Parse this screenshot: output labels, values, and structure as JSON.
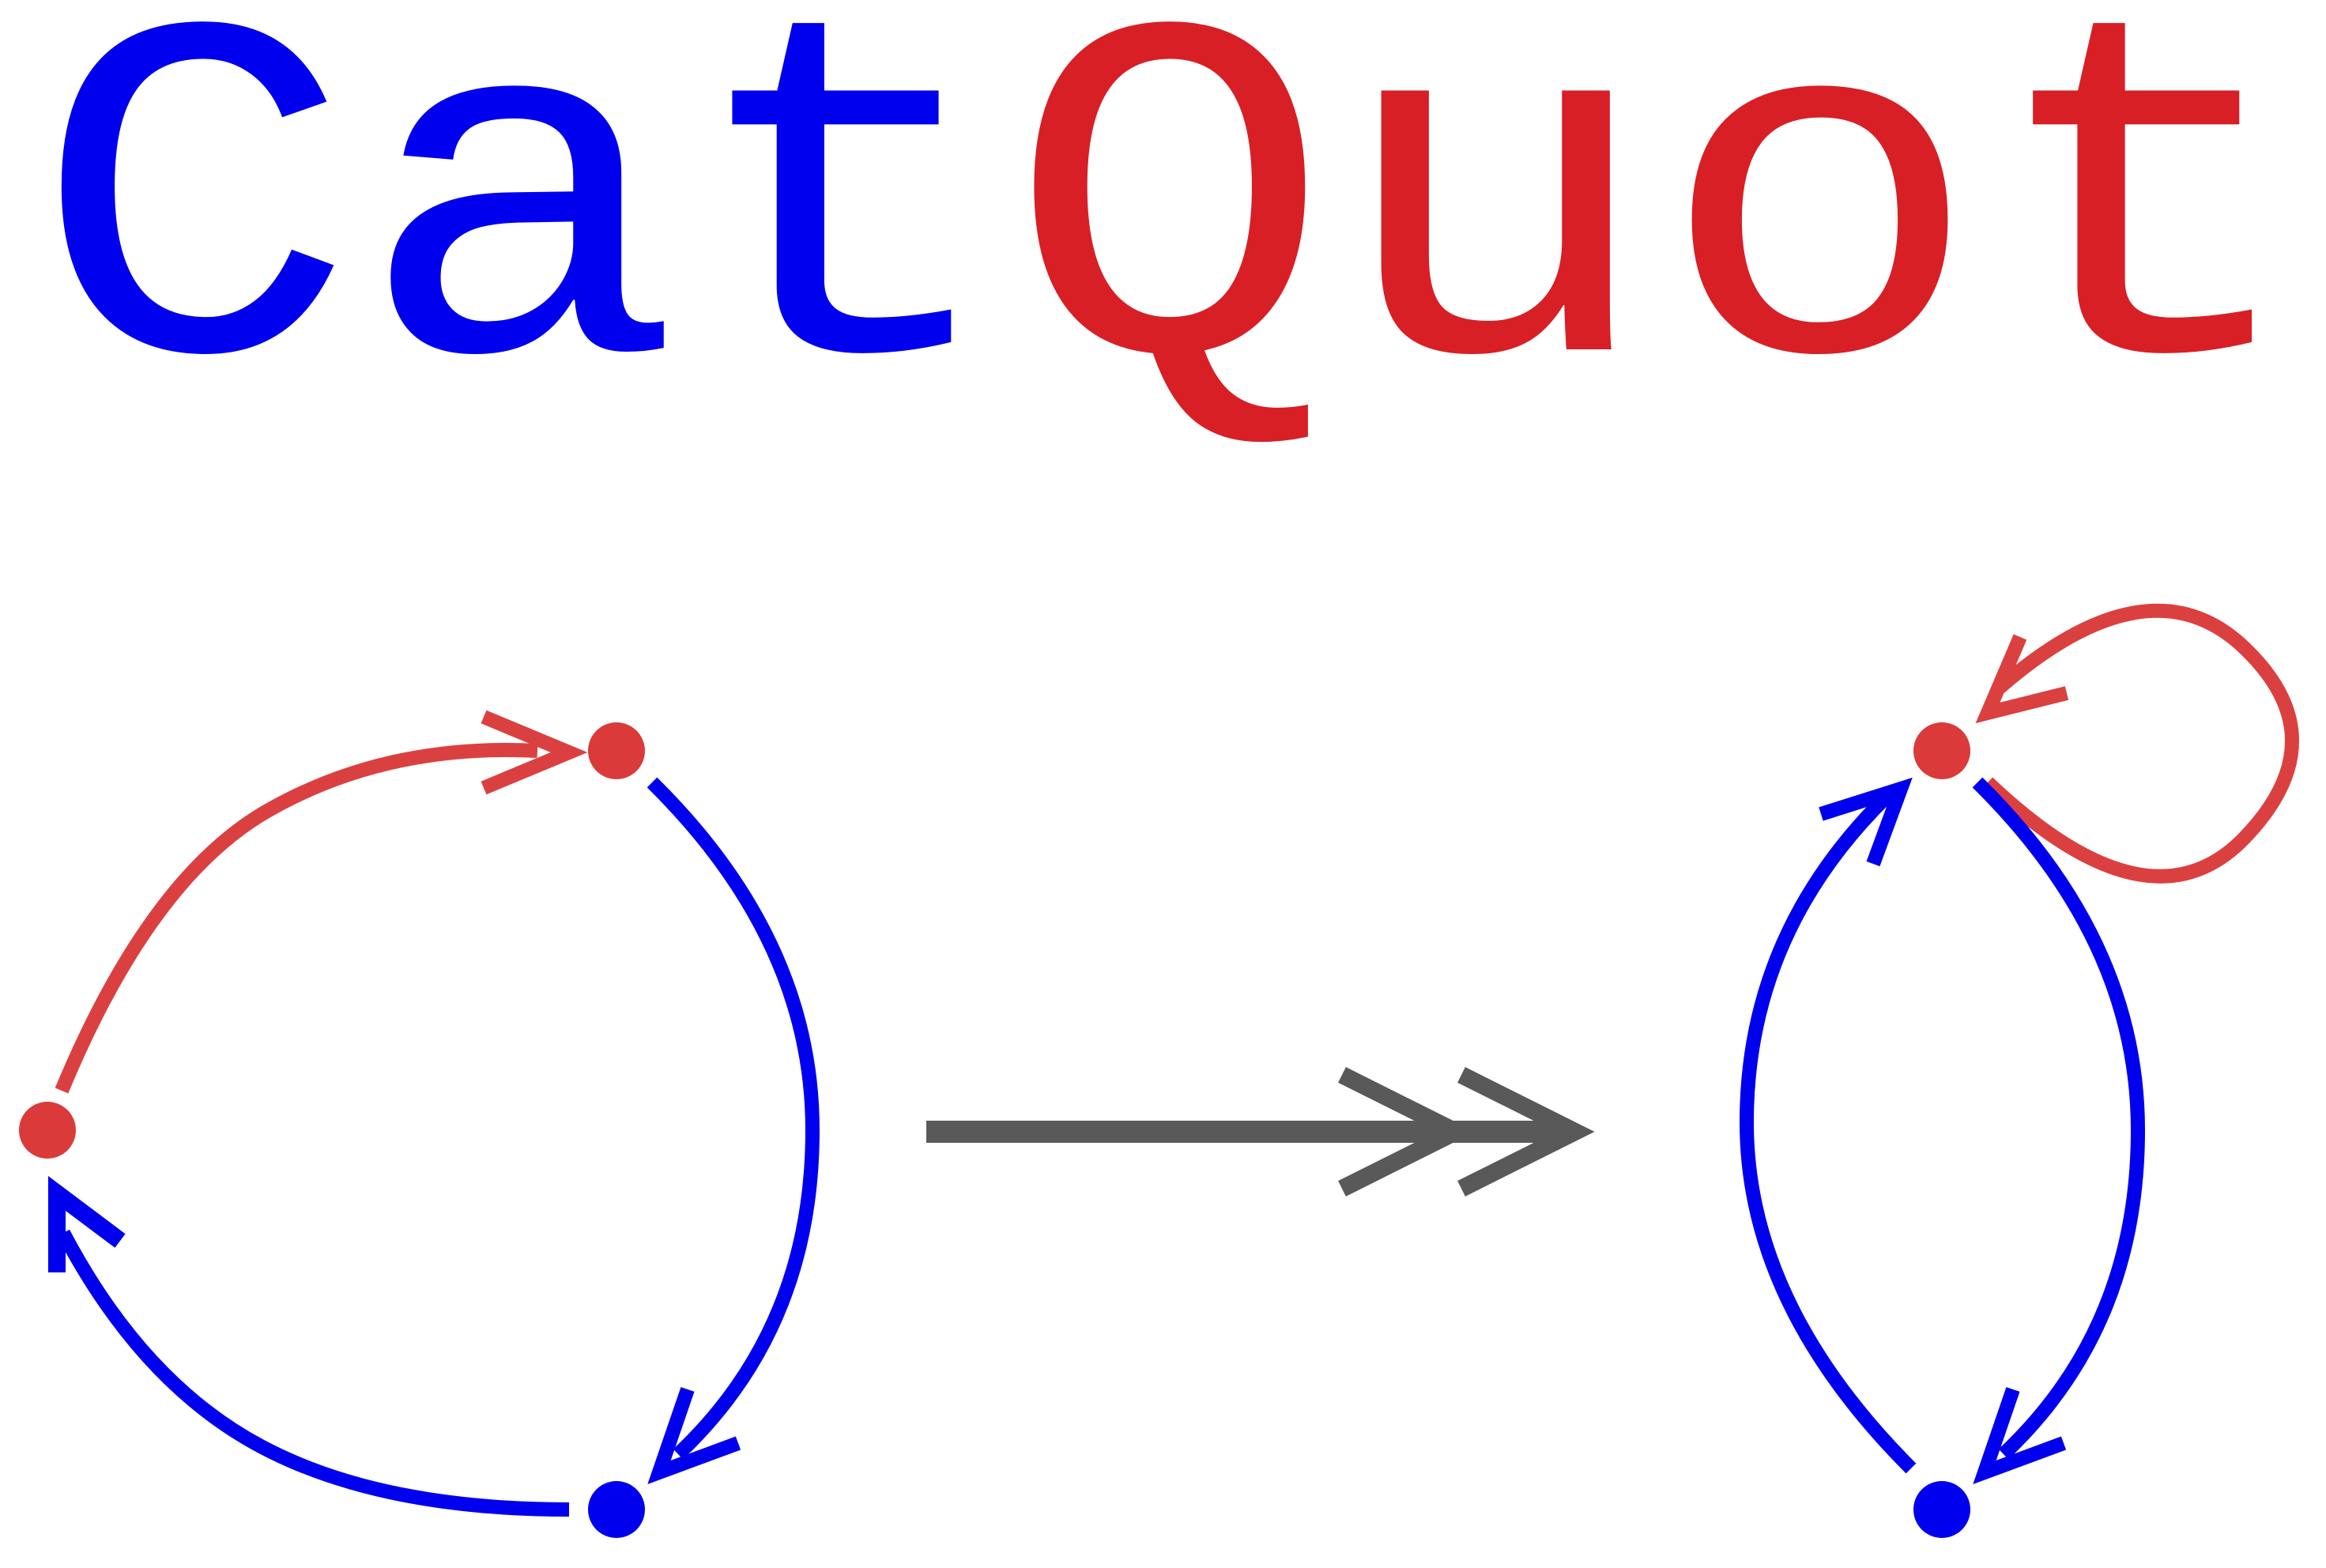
{
  "logo": {
    "part_cat": "Cat",
    "part_quot": "Quot"
  },
  "colors": {
    "blue": "#0000ee",
    "red": "#d81f26",
    "node_red": "#db3a3a",
    "edge_red": "#db4040",
    "gray": "#595959"
  },
  "diagram": {
    "source_graph": {
      "nodes": [
        {
          "id": "top",
          "color": "red"
        },
        {
          "id": "left",
          "color": "red"
        },
        {
          "id": "bottom",
          "color": "blue"
        }
      ],
      "edges": [
        {
          "from": "left",
          "to": "top",
          "color": "red"
        },
        {
          "from": "top",
          "to": "bottom",
          "color": "blue"
        },
        {
          "from": "bottom",
          "to": "left",
          "color": "blue"
        }
      ]
    },
    "quotient_arrow": {
      "style": "double-headed",
      "color": "gray"
    },
    "target_graph": {
      "nodes": [
        {
          "id": "top",
          "color": "red"
        },
        {
          "id": "bottom",
          "color": "blue"
        }
      ],
      "edges": [
        {
          "from": "top",
          "to": "top",
          "color": "red",
          "kind": "loop"
        },
        {
          "from": "top",
          "to": "bottom",
          "color": "blue"
        },
        {
          "from": "bottom",
          "to": "top",
          "color": "blue"
        }
      ]
    }
  }
}
